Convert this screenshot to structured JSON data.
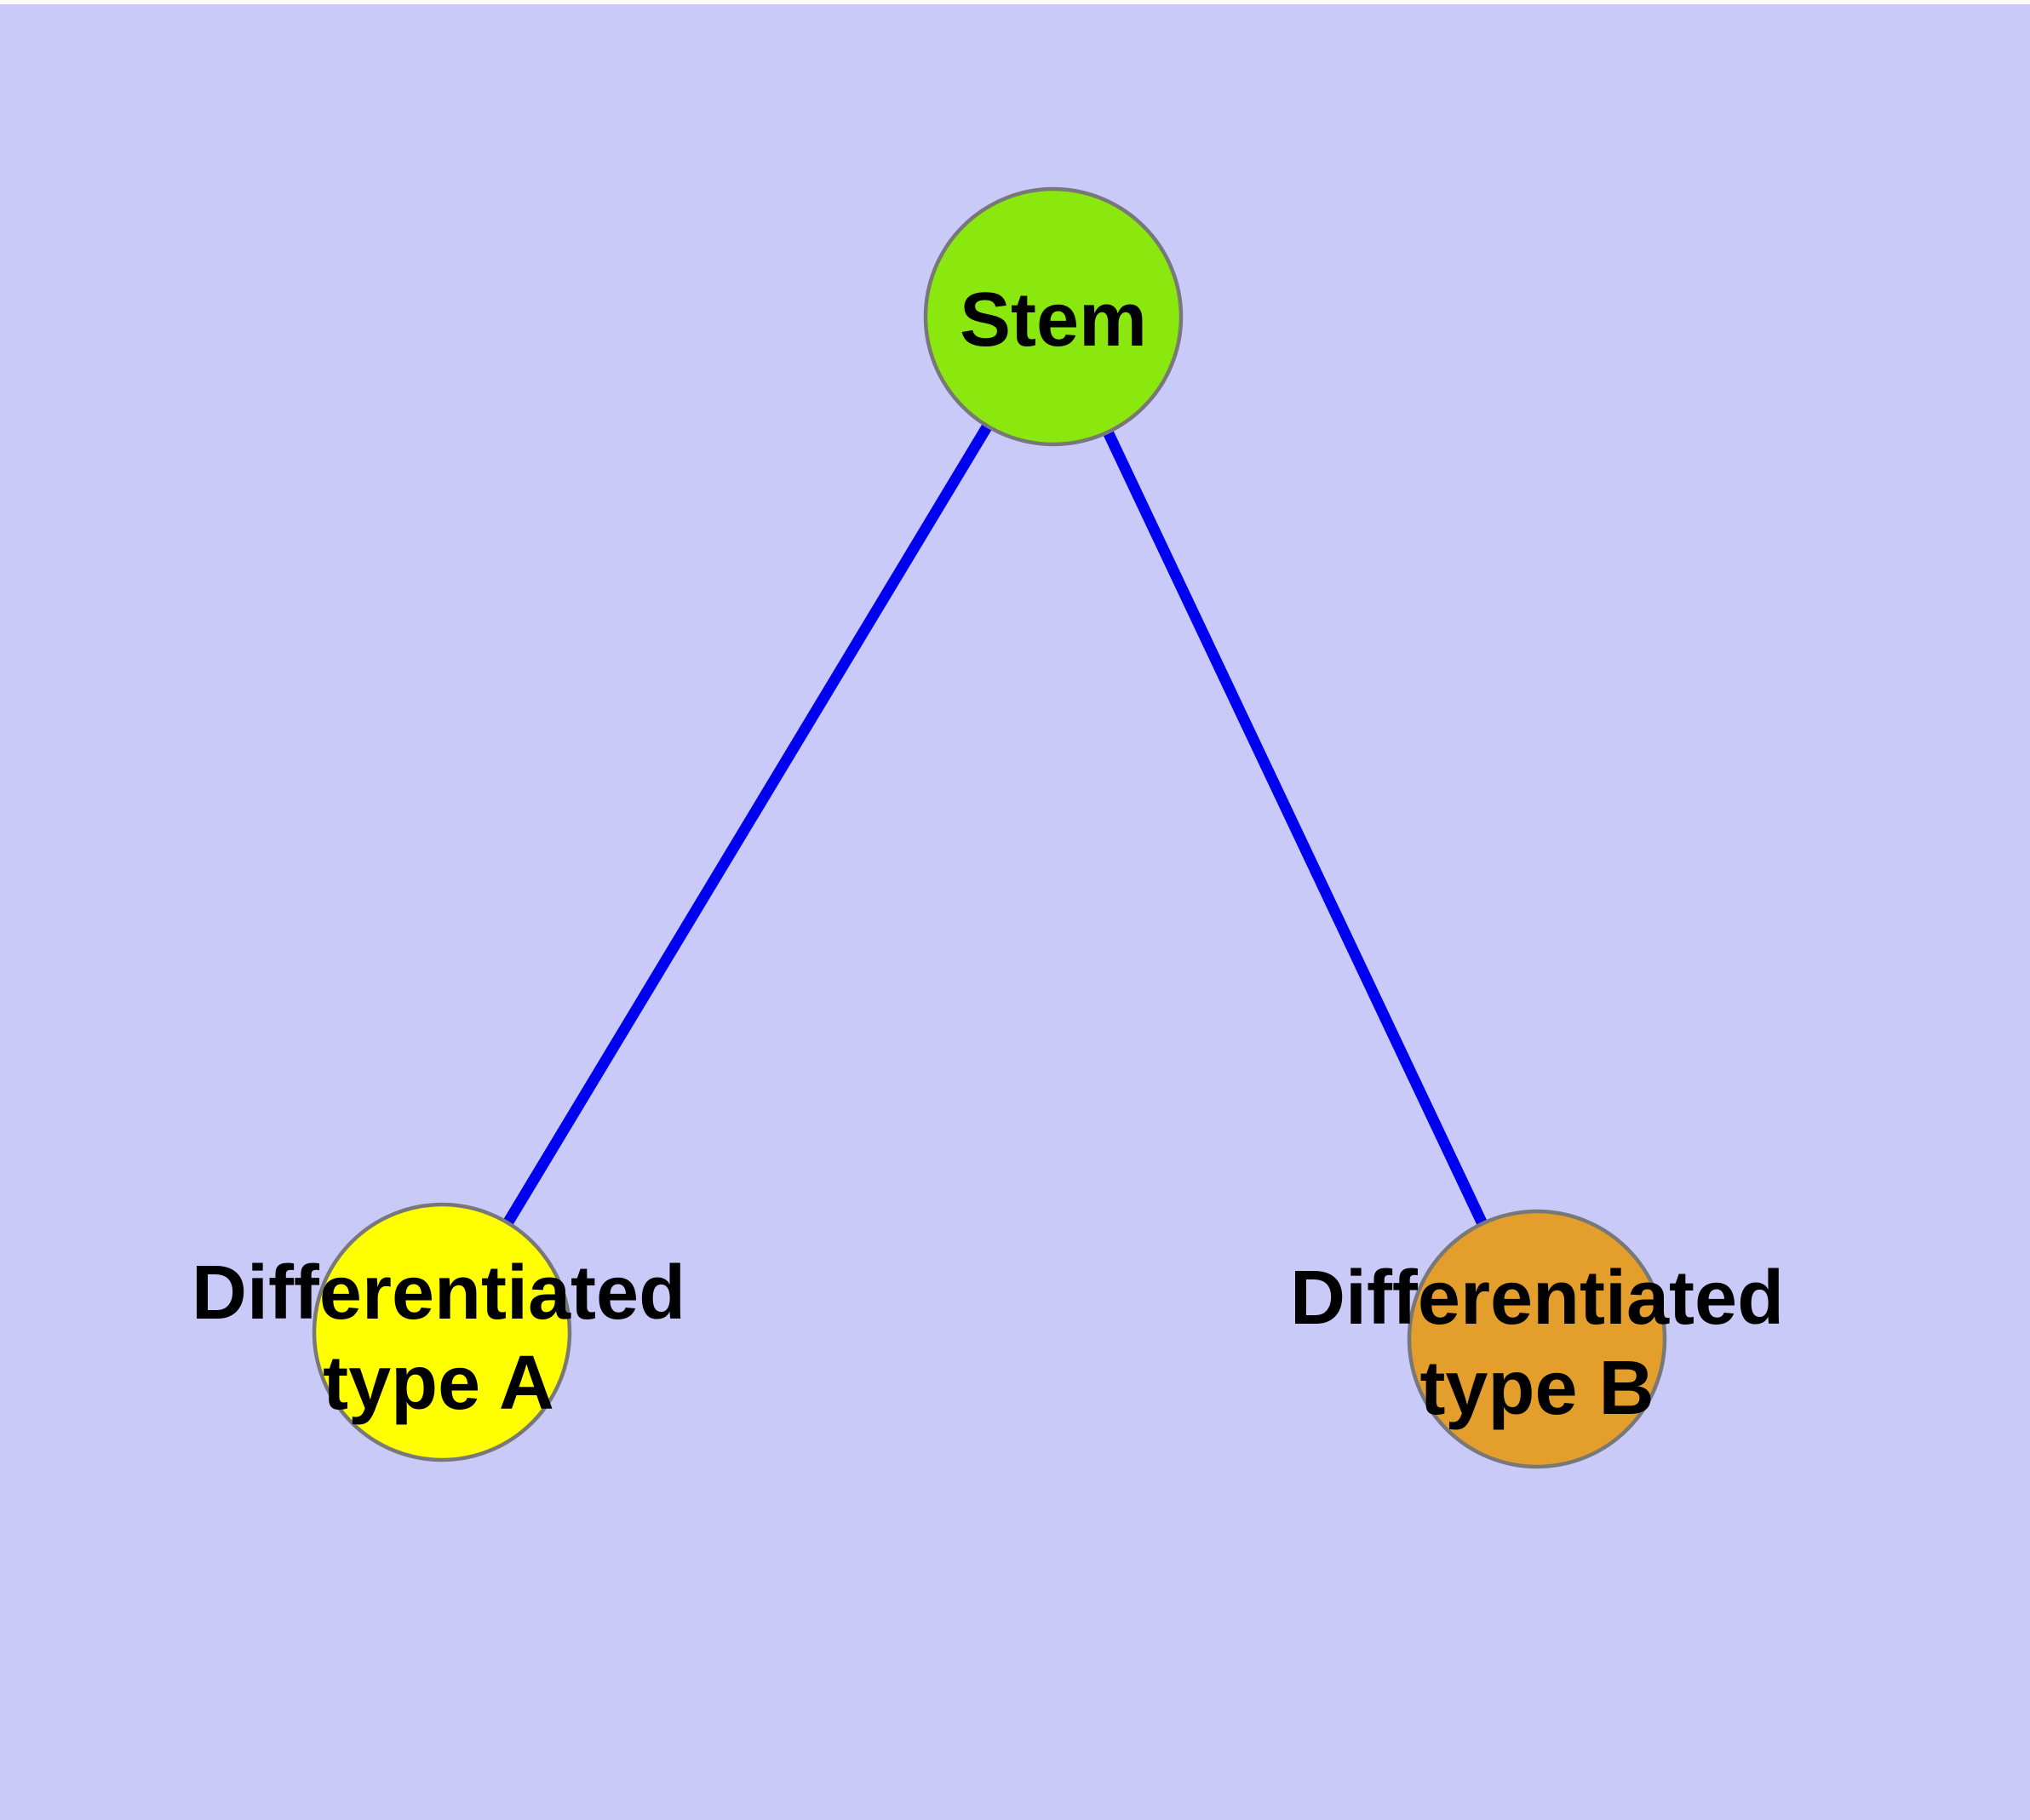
{
  "diagram": {
    "type": "graph",
    "colors": {
      "background": "#CACAF9",
      "page_margin": "#FFFFFF",
      "edge": "#0000F0",
      "node_border": "#787878",
      "label_text": "#000000"
    },
    "nodes": [
      {
        "id": "stem",
        "label": "Stem",
        "label_lines": [
          "Stem"
        ],
        "fill": "#8BE80E"
      },
      {
        "id": "differentiated-type-a",
        "label": "Differentiated type A",
        "label_lines": [
          "Differentiated",
          "type A"
        ],
        "fill": "#FFFF00"
      },
      {
        "id": "differentiated-type-b",
        "label": "Differentiated type B",
        "label_lines": [
          "Differentiated",
          "type B"
        ],
        "fill": "#E49E2B"
      }
    ],
    "edges": [
      {
        "from": "stem",
        "to": "differentiated-type-a"
      },
      {
        "from": "stem",
        "to": "differentiated-type-b"
      }
    ]
  }
}
